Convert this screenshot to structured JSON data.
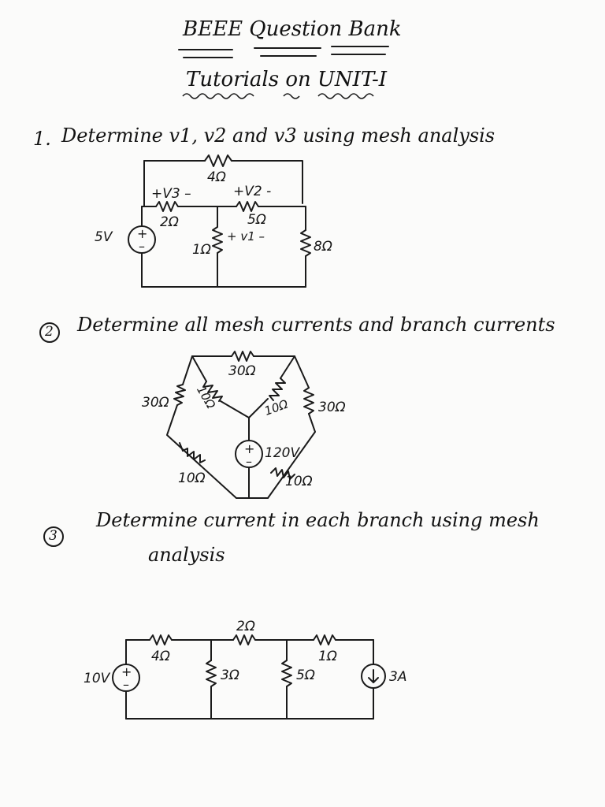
{
  "header": {
    "title": "BEEE Question Bank",
    "subtitle": "Tutorials on UNIT-I"
  },
  "questions": [
    {
      "number": "1.",
      "text": "Determine v1, v2 and v3 using mesh analysis",
      "labels": {
        "top_res": "4Ω",
        "v3": "+V3 –",
        "v2": "+V2 -",
        "r2": "2Ω",
        "r5": "5Ω",
        "r1": "1Ω",
        "v1": "+ v1 –",
        "r8": "8Ω",
        "src": "5V"
      }
    },
    {
      "number": "2",
      "text": "Determine all mesh currents and branch currents",
      "labels": {
        "top": "30Ω",
        "left": "30Ω",
        "diag_left": "10Ω",
        "diag_right": "10Ω",
        "right": "30Ω",
        "bottom_left": "10Ω",
        "bottom_right": "10Ω",
        "src": "120V"
      }
    },
    {
      "number": "3",
      "text": "Determine current in each branch using mesh",
      "text_cont": "analysis",
      "labels": {
        "src_v": "10V",
        "r4": "4Ω",
        "r2": "2Ω",
        "r1": "1Ω",
        "r3": "3Ω",
        "r5": "5Ω",
        "src_i": "3A"
      }
    }
  ]
}
